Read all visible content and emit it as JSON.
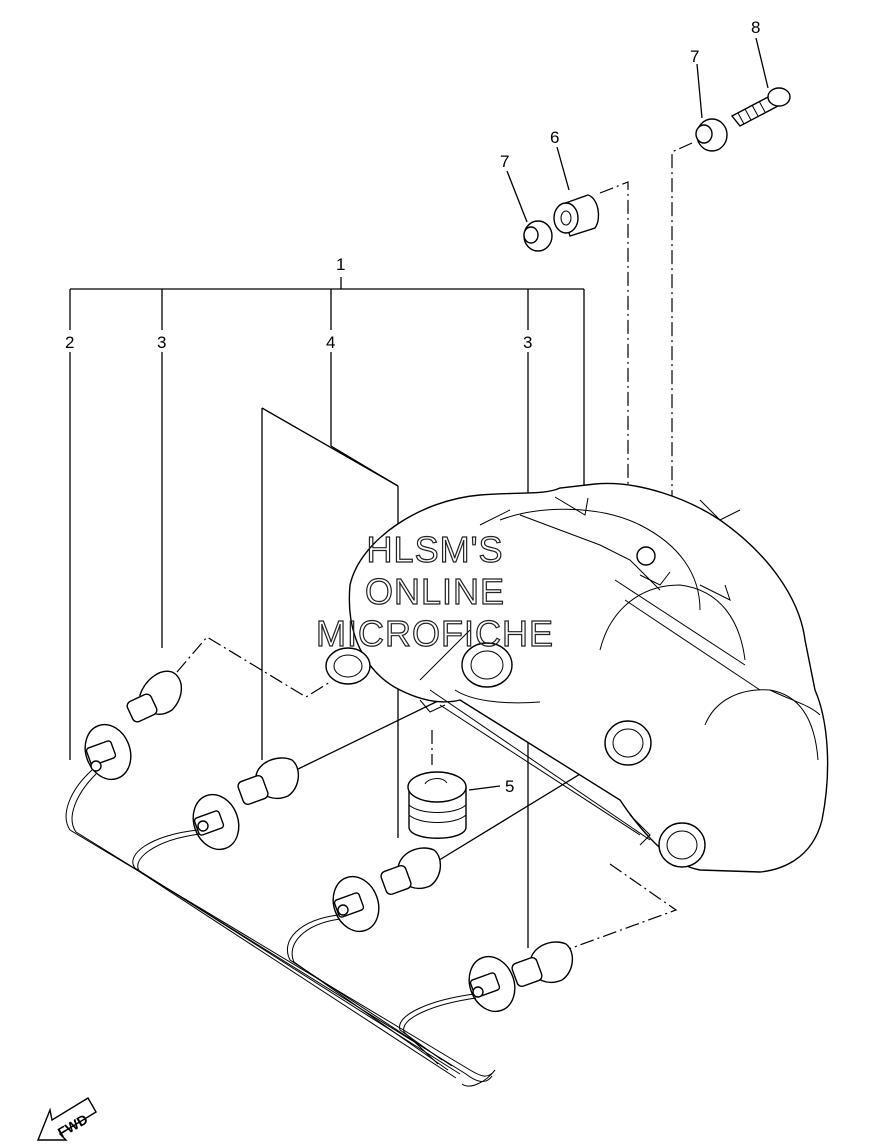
{
  "callouts": {
    "c1": "1",
    "c2": "2",
    "c3a": "3",
    "c4": "4",
    "c3b": "3",
    "c5": "5",
    "c6": "6",
    "c7a": "7",
    "c7b": "7",
    "c8": "8"
  },
  "watermark": {
    "line1": "HLSM'S",
    "line2": "ONLINE",
    "line3": "MICROFICHE"
  },
  "fwd_label": "FWD"
}
